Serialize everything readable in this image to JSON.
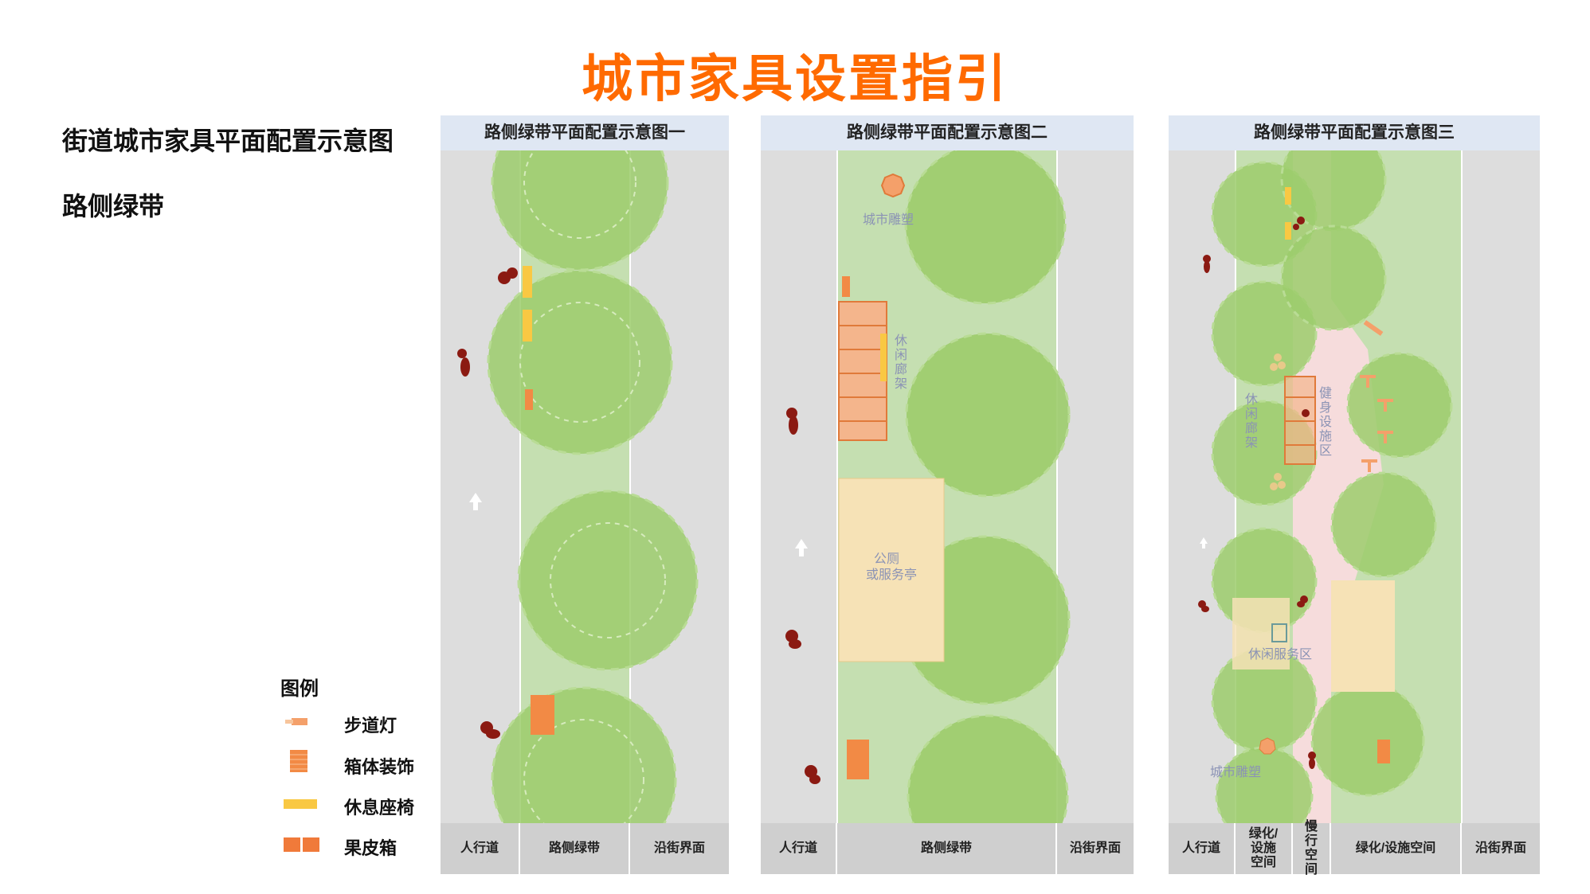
{
  "title": "城市家具设置指引",
  "section_title": "街道城市家具平面配置示意图",
  "section_subtitle": "路侧绿带",
  "legend": {
    "title": "图例",
    "items": [
      {
        "label": "步道灯",
        "icon": "street-lamp-icon",
        "color": "#f4a06a"
      },
      {
        "label": "箱体装饰",
        "icon": "box-decoration-icon",
        "color": "#f28a45"
      },
      {
        "label": "休息座椅",
        "icon": "bench-icon",
        "color": "#f9c843"
      },
      {
        "label": "果皮箱",
        "icon": "trash-bin-icon",
        "color": "#f07a3a"
      }
    ]
  },
  "panels": [
    {
      "title": "路侧绿带平面配置示意图一",
      "footer": [
        "人行道",
        "路侧绿带",
        "沿街界面"
      ],
      "labels": []
    },
    {
      "title": "路侧绿带平面配置示意图二",
      "footer": [
        "人行道",
        "路侧绿带",
        "沿街界面"
      ],
      "labels": [
        "城市雕塑",
        "休闲廊架",
        "公厕",
        "或服务亭"
      ]
    },
    {
      "title": "路侧绿带平面配置示意图三",
      "footer": [
        "人行道",
        "绿化/设施空间",
        "慢行空间",
        "绿化/设施空间",
        "沿街界面"
      ],
      "labels": [
        "休闲廊架",
        "健身设施区",
        "休闲服务区",
        "城市雕塑"
      ]
    }
  ],
  "colors": {
    "accent": "#ff6a00",
    "grass": "#c5dfb1",
    "tree": "#9ccc6c",
    "pavement": "#dddddd",
    "header": "#dfe7f3",
    "footer": "#cfcfcf",
    "path": "#f6dcdc",
    "person": "#8b1a12"
  }
}
